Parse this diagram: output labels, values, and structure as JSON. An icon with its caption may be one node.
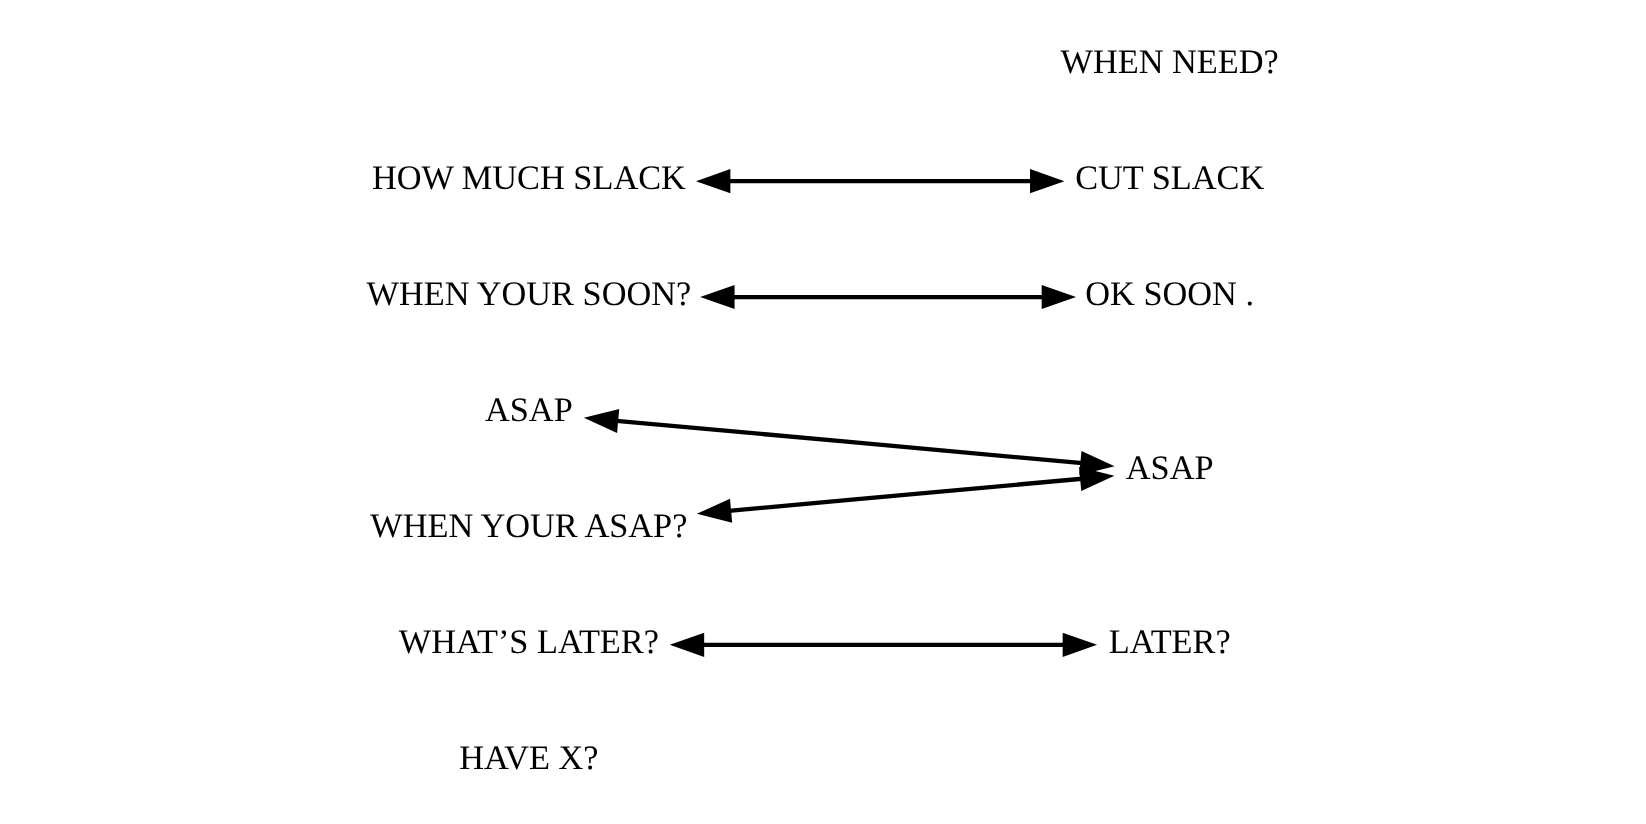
{
  "diagram": {
    "nodes": [
      {
        "text": [
          "HAVE X?"
        ]
      },
      {
        "text": [
          "LATER?"
        ]
      },
      {
        "text": [
          "WHAT’S LATER?"
        ]
      },
      {
        "text": [
          "WHEN NEED?"
        ]
      },
      {
        "text": [
          "ASAP"
        ]
      },
      {
        "text": [
          "OK SOON ."
        ]
      },
      {
        "text": [
          "WHEN YOUR SOON?"
        ]
      },
      {
        "text": [
          "ASAP"
        ]
      },
      {
        "text": [
          "WHEN YOUR ASAP?"
        ]
      },
      {
        "text": [
          "CUT SLACK"
        ]
      },
      {
        "text": [
          "HOW MUCH SLACK"
        ]
      }
    ],
    "edges": [
      {
        "from": 2,
        "to": 1,
        "arrow": "both"
      },
      {
        "from": 4,
        "to": 7,
        "arrow": "both"
      },
      {
        "from": 6,
        "to": 5,
        "arrow": "both"
      },
      {
        "from": 8,
        "to": 7,
        "arrow": "both"
      },
      {
        "from": 10,
        "to": 9,
        "arrow": "both"
      }
    ]
  }
}
